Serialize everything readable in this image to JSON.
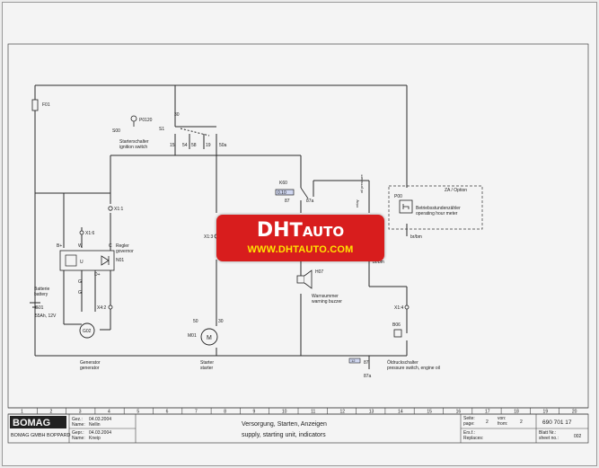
{
  "components": {
    "f01": "F01",
    "s00": "S00",
    "p0120": "P0120",
    "s1": "S1",
    "starter_switch_de": "Starterschalter",
    "starter_switch_en": "ignition switch",
    "t30": "30",
    "t15": "15",
    "t54": "54",
    "t58": "58",
    "t19": "19",
    "t50a": "50a",
    "k60": "K60",
    "k60_coil": "0.10",
    "k60_87": "87",
    "k60_87a": "87a",
    "za_option": "ZA / Option",
    "p00": "P00",
    "hour_meter_de": "Betriebsstundenzähler",
    "hour_meter_en": "operating hour meter",
    "brbm_1": "br/bm",
    "brbm_2": "br/bm",
    "x1_1": "X1:1",
    "x1_6": "X1:6",
    "x1_3": "X1:3",
    "x1_4": "X1:4",
    "x4_2": "X4:2",
    "b_plus": "B+",
    "w": "W",
    "c": "C",
    "d_plus": "D+",
    "regler_de": "Regler",
    "regler_en": "governor",
    "n01": "N01",
    "u": "U",
    "g_a": "G",
    "g_b": "G",
    "g01": "G01",
    "g02": "G02",
    "battery_de": "Batterie",
    "battery_en": "battery",
    "battery_spec": "55Ah, 12V",
    "generator_de": "Generator",
    "generator_en": "generator",
    "m01": "M01",
    "m": "M",
    "t50": "50",
    "t30b": "30",
    "starter_de": "Starter",
    "starter_en": "starter",
    "h07": "H07",
    "buzzer_de": "Warnsummer",
    "buzzer_en": "warning buzzer",
    "b06": "B06",
    "oil_switch_de": "Öldruckschalter",
    "oil_switch_en": "pressure switch, engine oil",
    "oil_12": "12",
    "oil_87": "87",
    "oil_87a": "87a",
    "oil_pressure_vert": "oil pressure",
    "relay_vert": "relay",
    "s1_label": "S1"
  },
  "grid_numbers": [
    "1",
    "2",
    "3",
    "4",
    "5",
    "6",
    "7",
    "8",
    "9",
    "10",
    "11",
    "12",
    "13",
    "14",
    "15",
    "16",
    "17",
    "18",
    "19",
    "20"
  ],
  "banner": {
    "brand_dh": "DH",
    "brand_t": "T",
    "brand_auto": "AUTO",
    "url": "WWW.DHTAUTO.COM"
  },
  "title_block": {
    "logo": "BOMAG",
    "company": "BOMAG GMBH BOPPARD",
    "gez_label": "Gez.:",
    "gez_date": "04.03.2004",
    "gez_name_label": "Name:",
    "gez_name": "Nellin",
    "gepr_label": "Gepr.:",
    "gepr_date": "04.03.2004",
    "gepr_name_label": "Name:",
    "gepr_name": "Kneip",
    "title_de": "Versorgung, Starten, Anzeigen",
    "title_en": "supply, starting unit, indicators",
    "seite_label": "Seite:",
    "page_label": "page:",
    "page_value": "2",
    "von_label": "von:",
    "from_label": "from:",
    "from_value": "2",
    "ers_label": "Ers.f.:",
    "replaces_label": "Replaces:",
    "doc_number": "690 701 17",
    "blatt_label": "Blatt Nr.:",
    "sheet_label": "sheet no.:",
    "sheet_value": "002"
  },
  "colors": {
    "banner_red": "#d81d1d",
    "banner_yellow": "#ffe400",
    "line": "#2a2a2a",
    "coil_fill": "#cfd6f0"
  }
}
